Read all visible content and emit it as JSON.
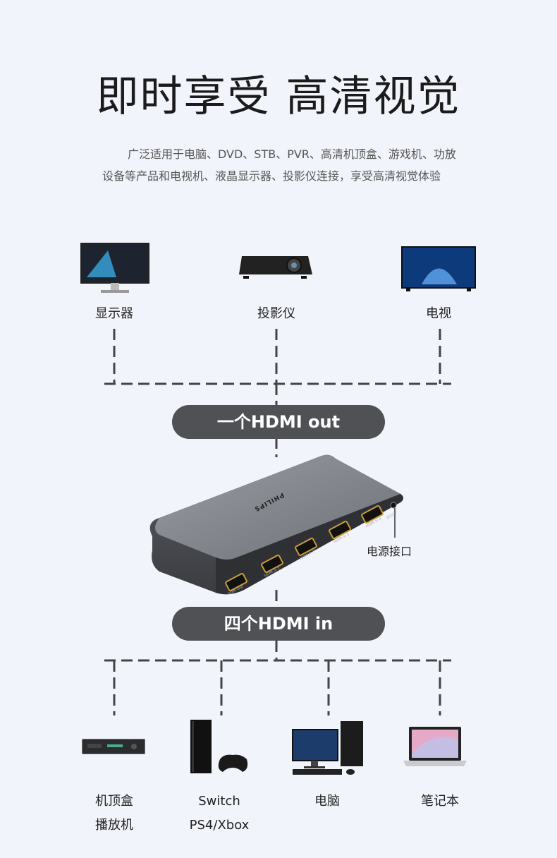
{
  "title": "即时享受 高清视觉",
  "description": "广泛适用于电脑、DVD、STB、PVR、高清机顶盒、游戏机、功放设备等产品和电视机、液晶显示器、投影仪连接，享受高清视觉体验",
  "outputs": [
    {
      "label": "显示器",
      "icon": "monitor-icon"
    },
    {
      "label": "投影仪",
      "icon": "projector-icon"
    },
    {
      "label": "电视",
      "icon": "tv-icon"
    }
  ],
  "out_pill": "一个HDMI out",
  "in_pill": "四个HDMI in",
  "power_label": "电源接口",
  "device": {
    "brand": "PHILIPS",
    "ports": [
      "HDMI Out",
      "HDMI In 1",
      "HDMI In 2",
      "HDMI In 3",
      "HDMI In 4"
    ],
    "dc": "DC/5V"
  },
  "inputs": [
    {
      "label": "机顶盒",
      "label2": "播放机",
      "icon": "set-top-box-icon"
    },
    {
      "label": "Switch",
      "label2": "PS4/Xbox",
      "icon": "game-console-icon"
    },
    {
      "label": "电脑",
      "label2": "",
      "icon": "desktop-computer-icon"
    },
    {
      "label": "笔记本",
      "label2": "",
      "icon": "laptop-icon"
    }
  ],
  "colors": {
    "background": "#f2f4fb",
    "pill": "#4f5155",
    "line": "#444444"
  }
}
